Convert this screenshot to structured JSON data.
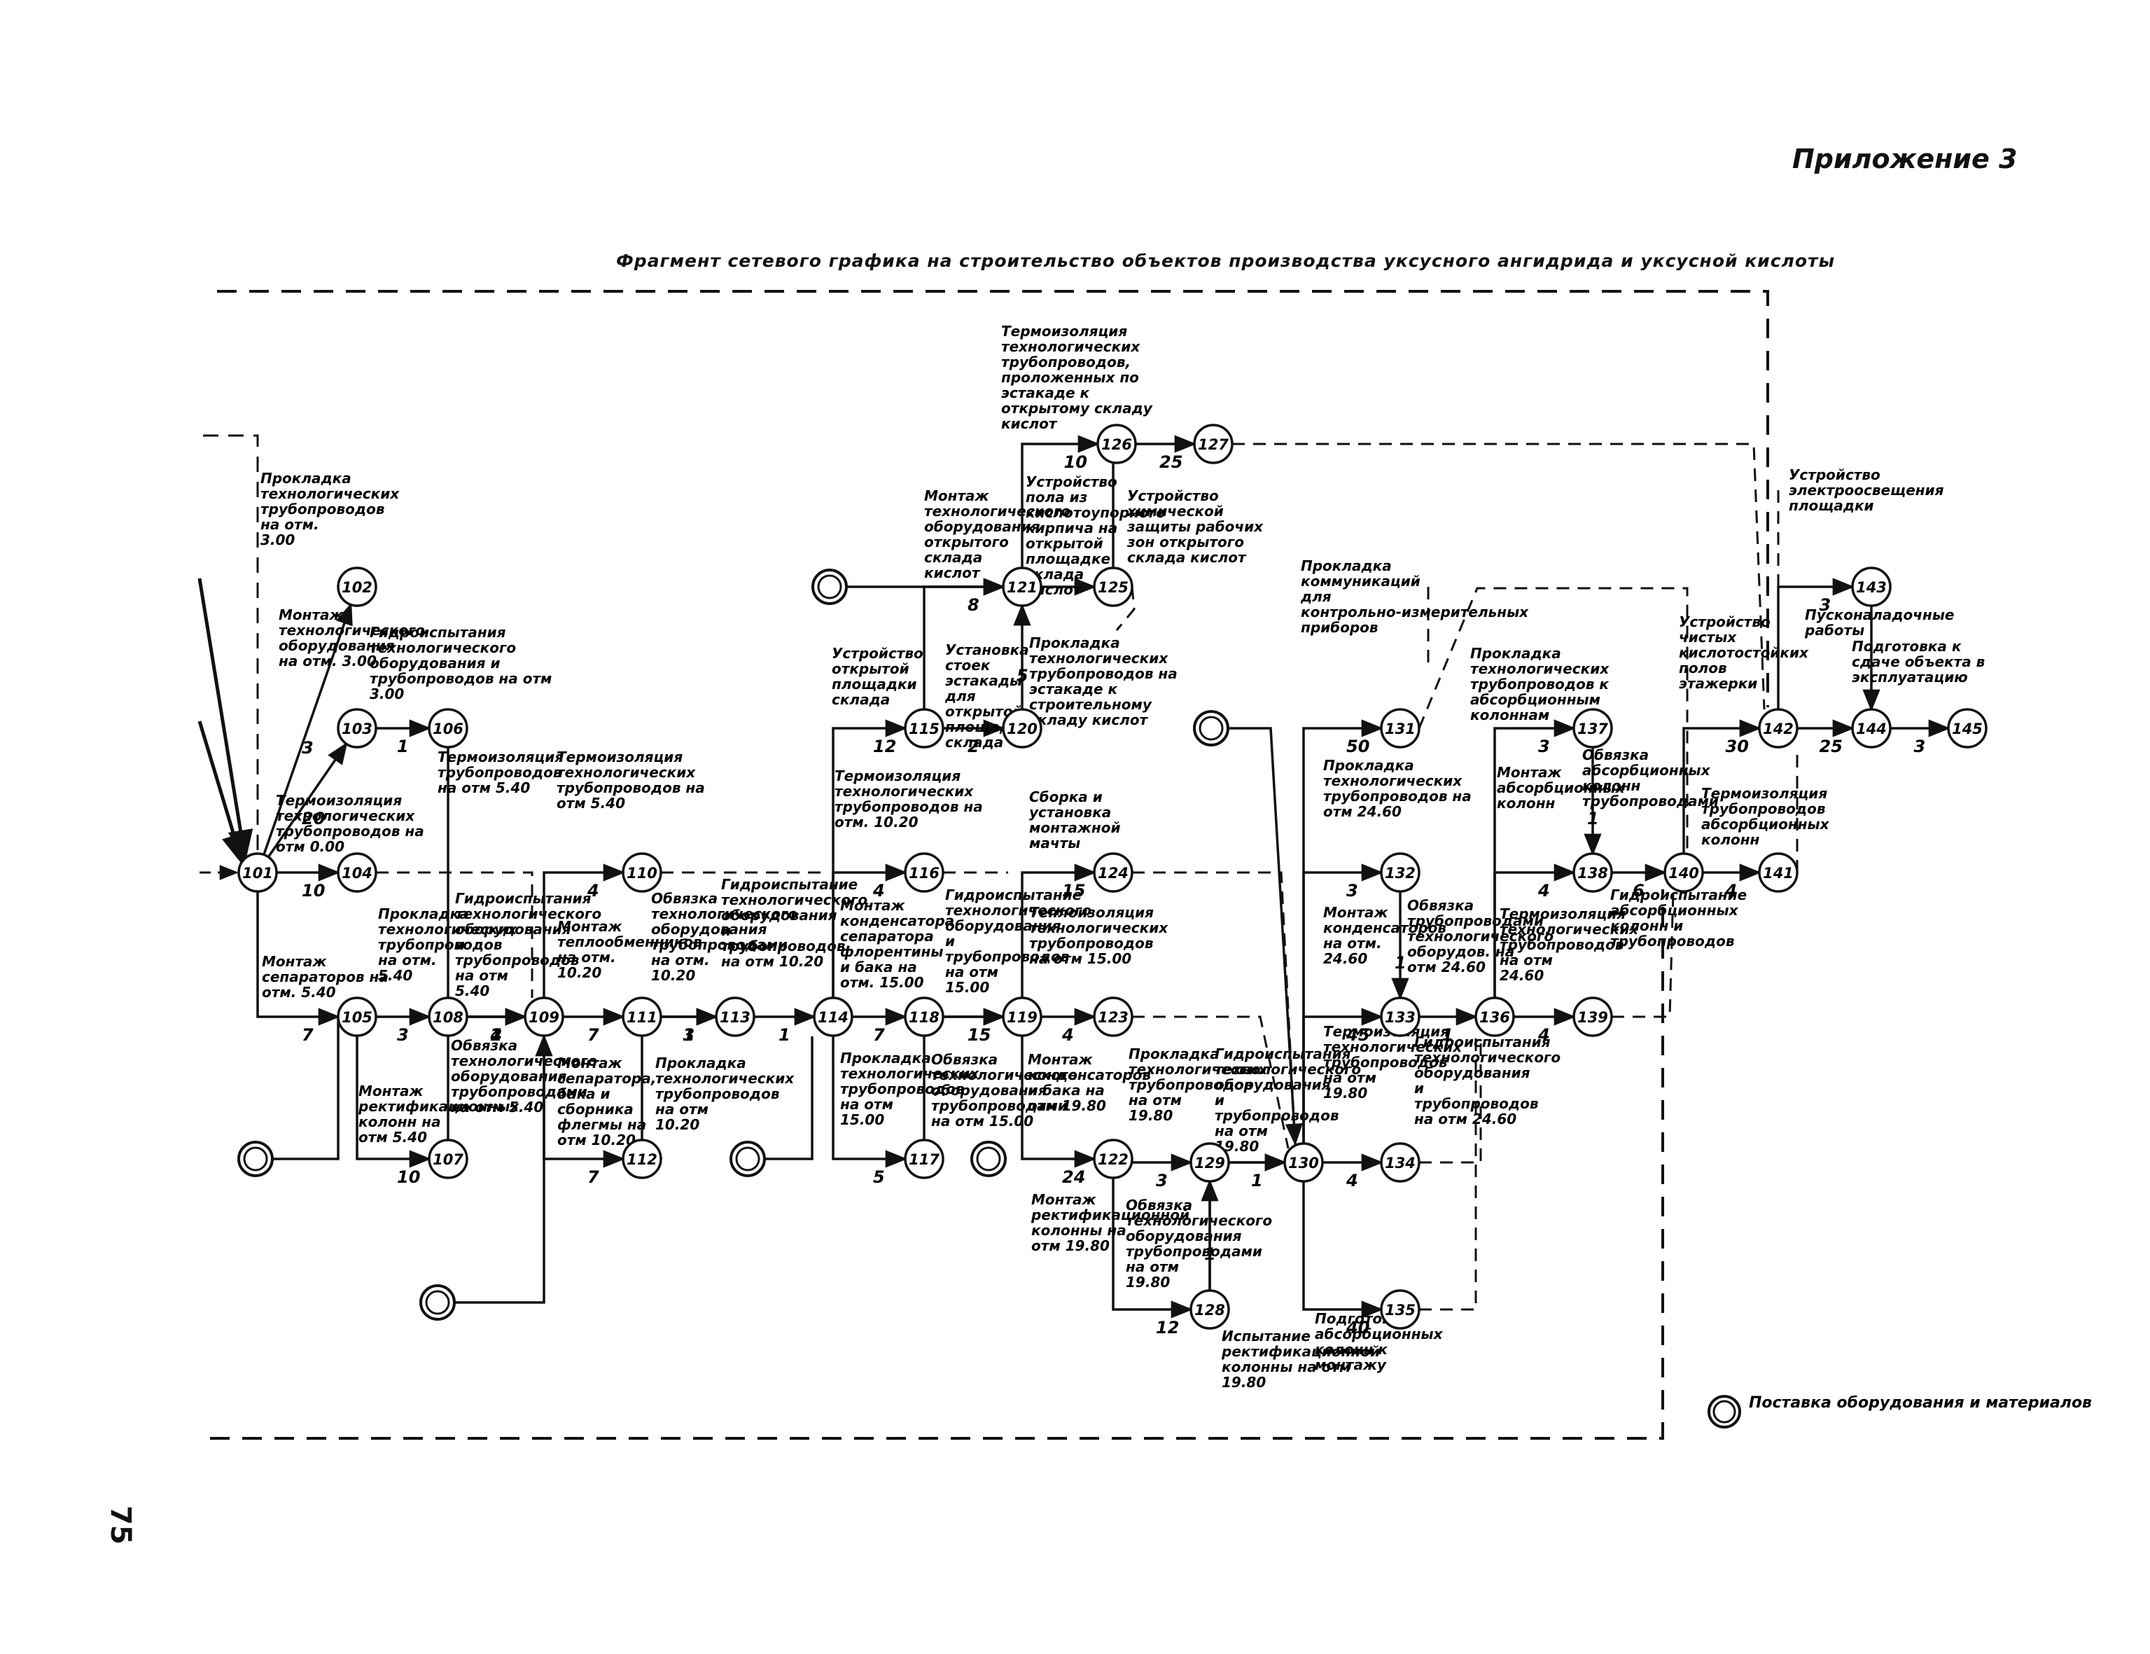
{
  "header": {
    "appendix": "Приложение 3",
    "title": "Фрагмент сетевого графика на строительство объектов производства уксусного ангидрида и уксусной кислоты",
    "page_number": "75"
  },
  "legend": {
    "label": "Поставка оборудования и материалов"
  },
  "events": [
    {
      "id": "101"
    },
    {
      "id": "102"
    },
    {
      "id": "103"
    },
    {
      "id": "104"
    },
    {
      "id": "105"
    },
    {
      "id": "106"
    },
    {
      "id": "107"
    },
    {
      "id": "108"
    },
    {
      "id": "109"
    },
    {
      "id": "110"
    },
    {
      "id": "111"
    },
    {
      "id": "112"
    },
    {
      "id": "113"
    },
    {
      "id": "114"
    },
    {
      "id": "115"
    },
    {
      "id": "116"
    },
    {
      "id": "117"
    },
    {
      "id": "118"
    },
    {
      "id": "119"
    },
    {
      "id": "120"
    },
    {
      "id": "121"
    },
    {
      "id": "122"
    },
    {
      "id": "123"
    },
    {
      "id": "124"
    },
    {
      "id": "125"
    },
    {
      "id": "126"
    },
    {
      "id": "127"
    },
    {
      "id": "128"
    },
    {
      "id": "129"
    },
    {
      "id": "130"
    },
    {
      "id": "131"
    },
    {
      "id": "132"
    },
    {
      "id": "133"
    },
    {
      "id": "134"
    },
    {
      "id": "135"
    },
    {
      "id": "136"
    },
    {
      "id": "137"
    },
    {
      "id": "138"
    },
    {
      "id": "139"
    },
    {
      "id": "140"
    },
    {
      "id": "141"
    },
    {
      "id": "142"
    },
    {
      "id": "143"
    },
    {
      "id": "144"
    },
    {
      "id": "145"
    }
  ],
  "activities": [
    {
      "from": "101",
      "to": "102",
      "duration": "3",
      "label": "Прокладка технологических трубопроводов на отм. 3.00",
      "dashed": false
    },
    {
      "from": "101",
      "to": "103",
      "duration": "20",
      "label": "Монтаж технологического оборудования на отм. 3.00",
      "dashed": false
    },
    {
      "from": "103",
      "to": "106",
      "duration": "1",
      "label": "Гидроиспытания технологического оборудования и трубопроводов на отм 3.00",
      "dashed": false
    },
    {
      "from": "101",
      "to": "104",
      "duration": "10",
      "label": "Термоизоляция технологических трубопроводов на отм 0.00",
      "dashed": false
    },
    {
      "from": "101",
      "to": "105",
      "duration": "7",
      "label": "Монтаж сепараторов на отм. 5.40",
      "dashed": false
    },
    {
      "from": "105",
      "to": "108",
      "duration": "3",
      "label": "Прокладка технологических трубопроводов на отм. 5.40",
      "dashed": false
    },
    {
      "from": "105",
      "to": "107",
      "duration": "10",
      "label": "Монтаж ректификационных колонн на отм 5.40",
      "dashed": false
    },
    {
      "from": "107",
      "to": "109",
      "duration": "2",
      "label": "Обвязка технологического оборудования трубопроводами на отм 5.40",
      "dashed": false
    },
    {
      "from": "108",
      "to": "109",
      "duration": "1",
      "label": "Гидроиспытания технологического оборудования и трубопроводов на отм 5.40",
      "dashed": false
    },
    {
      "from": "106",
      "to": "109",
      "duration": "4",
      "label": "Термоизоляция трубопроводов на отм 5.40",
      "dashed": false
    },
    {
      "from": "109",
      "to": "110",
      "duration": "4",
      "label": "Термоизоляция технологических трубопроводов на отм 5.40",
      "dashed": false
    },
    {
      "from": "109",
      "to": "111",
      "duration": "7",
      "label": "Монтаж теплообменников на отм. 10.20",
      "dashed": false
    },
    {
      "from": "109",
      "to": "112",
      "duration": "7",
      "label": "Монтаж сепаратора, бака и сборника флегмы на отм 10.20",
      "dashed": false
    },
    {
      "from": "111",
      "to": "113",
      "duration": "1",
      "label": "Обвязка технологического оборудования трубопроводами на отм. 10.20",
      "dashed": false
    },
    {
      "from": "112",
      "to": "113",
      "duration": "3",
      "label": "Прокладка технологических трубопроводов на отм 10.20",
      "dashed": false
    },
    {
      "from": "113",
      "to": "114",
      "duration": "1",
      "label": "Гидроиспытание технологического оборудования и трубопроводов на отм 10.20",
      "dashed": false
    },
    {
      "from": "114",
      "to": "115",
      "duration": "12",
      "label": "Устройство открытой площадки склада",
      "dashed": false
    },
    {
      "from": "115",
      "to": "120",
      "duration": "2",
      "label": "Установка стоек эстакады для открытой площадки склада",
      "dashed": false
    },
    {
      "from": "120",
      "to": "121",
      "duration": "5",
      "label": "Прокладка технологических трубопроводов на эстакаде к строительному складу кислот",
      "dashed": false
    },
    {
      "from": "115",
      "to": "121",
      "duration": "8",
      "label": "Монтаж технологического оборудования открытого склада кислот",
      "dashed": false
    },
    {
      "from": "121",
      "to": "125",
      "duration": "",
      "label": "Устройство пола из кислотоупорного кирпича на открытой площадке склада кислот",
      "dashed": false
    },
    {
      "from": "121",
      "to": "126",
      "duration": "10",
      "label": "Термоизоляция технологических трубопроводов, проложенных по эстакаде к открытому складу кислот",
      "dashed": false
    },
    {
      "from": "125",
      "to": "126",
      "duration": "",
      "label": "Устройство химической защиты рабочих зон открытого склада кислот",
      "dashed": false
    },
    {
      "from": "126",
      "to": "127",
      "duration": "25",
      "label": "",
      "dashed": false
    },
    {
      "from": "114",
      "to": "116",
      "duration": "4",
      "label": "Термоизоляция технологических трубопроводов на отм. 10.20",
      "dashed": false
    },
    {
      "from": "114",
      "to": "118",
      "duration": "7",
      "label": "Монтаж конденсатора сепаратора флорентины и бака на отм. 15.00",
      "dashed": false
    },
    {
      "from": "114",
      "to": "117",
      "duration": "5",
      "label": "Прокладка технологических трубопроводов на отм 15.00",
      "dashed": false
    },
    {
      "from": "118",
      "to": "119",
      "duration": "1",
      "label": "Гидроиспытание технологического оборудования и трубопроводов на отм 15.00",
      "dashed": false
    },
    {
      "from": "117",
      "to": "119",
      "duration": "15",
      "label": "Обвязка технологического оборудования трубопроводами на отм 15.00",
      "dashed": false
    },
    {
      "from": "119",
      "to": "124",
      "duration": "15",
      "label": "Сборка и установка монтажной мачты",
      "dashed": false
    },
    {
      "from": "119",
      "to": "123",
      "duration": "4",
      "label": "Теплоизоляция технологических трубопроводов на отм 15.00",
      "dashed": false
    },
    {
      "from": "119",
      "to": "122",
      "duration": "24",
      "label": "Монтаж конденсаторов и бака на отм 19.80",
      "dashed": false
    },
    {
      "from": "122",
      "to": "129",
      "duration": "3",
      "label": "Прокладка технологических трубопроводов на отм 19.80",
      "dashed": false
    },
    {
      "from": "122",
      "to": "128",
      "duration": "12",
      "label": "Монтаж ректификационной колонны на отм 19.80",
      "dashed": false
    },
    {
      "from": "128",
      "to": "129",
      "duration": "1",
      "label": "Обвязка технологического оборудования трубопроводами на отм 19.80",
      "dashed": false
    },
    {
      "from": "129",
      "to": "130",
      "duration": "",
      "label": "Гидроиспытания технологического оборудования и трубопроводов на отм 19.80",
      "dashed": false
    },
    {
      "from": "128",
      "to": "130",
      "duration": "1",
      "label": "Испытание ректификационной колонны на отм 19.80",
      "dashed": false
    },
    {
      "from": "130",
      "to": "131",
      "duration": "50",
      "label": "Прокладка коммуникаций для контрольно-измерительных приборов",
      "dashed": false
    },
    {
      "from": "130",
      "to": "132",
      "duration": "3",
      "label": "Прокладка технологических трубопроводов на отм 24.60",
      "dashed": false
    },
    {
      "from": "130",
      "to": "133",
      "duration": "45",
      "label": "Монтаж конденсаторов на отм. 24.60",
      "dashed": false
    },
    {
      "from": "132",
      "to": "133",
      "duration": "1",
      "label": "Обвязка трубопроводами технологического оборудов. на отм 24.60",
      "dashed": false
    },
    {
      "from": "130",
      "to": "134",
      "duration": "4",
      "label": "Термоизоляция технологических трубопроводов на отм 19.80",
      "dashed": false
    },
    {
      "from": "130",
      "to": "135",
      "duration": "40",
      "label": "Подготовка абсорбционных колонн к монтажу",
      "dashed": false
    },
    {
      "from": "133",
      "to": "136",
      "duration": "1",
      "label": "Гидроиспытания технологического оборудования и трубопроводов на отм 24.60",
      "dashed": false
    },
    {
      "from": "136",
      "to": "137",
      "duration": "3",
      "label": "Прокладка технологических трубопроводов к абсорбционным колоннам",
      "dashed": false
    },
    {
      "from": "136",
      "to": "138",
      "duration": "4",
      "label": "Монтаж абсорбционных колонн",
      "dashed": false
    },
    {
      "from": "137",
      "to": "138",
      "duration": "1",
      "label": "Обвязка абсорбционных колонн трубопроводами",
      "dashed": false
    },
    {
      "from": "136",
      "to": "139",
      "duration": "4",
      "label": "Термоизоляция технологических трубопроводов на отм 24.60",
      "dashed": false
    },
    {
      "from": "138",
      "to": "140",
      "duration": "6",
      "label": "Гидроиспытание абсорбционных колонн и трубопроводов",
      "dashed": false
    },
    {
      "from": "140",
      "to": "141",
      "duration": "4",
      "label": "Термоизоляция трубопроводов абсорбционных колонн",
      "dashed": false
    },
    {
      "from": "140",
      "to": "142",
      "duration": "30",
      "label": "Устройство чистых кислотостойких полов этажерки",
      "dashed": false
    },
    {
      "from": "142",
      "to": "143",
      "duration": "3",
      "label": "Устройство электроосвещения площадки",
      "dashed": false
    },
    {
      "from": "143",
      "to": "144",
      "duration": "",
      "label": "Пусконаладочные работы",
      "dashed": false
    },
    {
      "from": "142",
      "to": "144",
      "duration": "25",
      "label": "",
      "dashed": false
    },
    {
      "from": "144",
      "to": "145",
      "duration": "3",
      "label": "Подготовка к сдаче объекта в эксплуатацию",
      "dashed": false
    }
  ]
}
